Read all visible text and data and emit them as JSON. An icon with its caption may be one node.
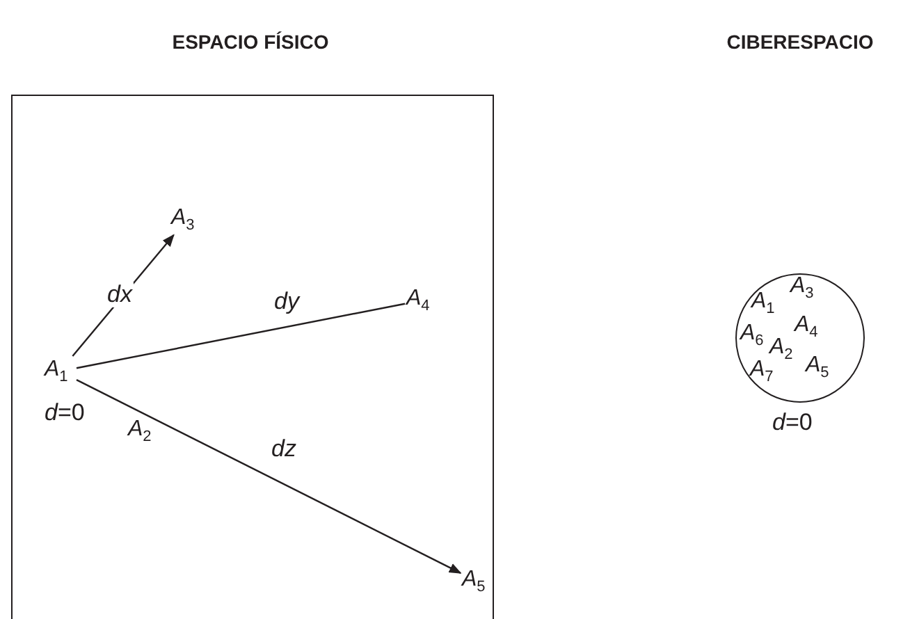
{
  "diagram": {
    "nodes": [
      {
        "text": [],
        "shape": "box"
      },
      {
        "text": [
          "*A*$_{1}$"
        ],
        "in": 0,
        "beside": [
          "*d*=0"
        ]
      },
      {
        "text": [
          "*A*$_{2}$"
        ],
        "in": 0
      },
      {
        "text": [
          "*A*$_{3}$"
        ],
        "in": 0
      },
      {
        "text": [
          "*A*$_{4}$"
        ],
        "in": 0
      },
      {
        "text": [
          "*A*$_{5}$"
        ],
        "in": 0
      },
      {
        "text": [],
        "shape": "circle",
        "beside": [
          "*d*=0"
        ]
      },
      {
        "text": [
          "*A*$_{1}$"
        ],
        "in": 6
      },
      {
        "text": [
          "*A*$_{3}$"
        ],
        "in": 6
      },
      {
        "text": [
          "*A*$_{6}$"
        ],
        "in": 6
      },
      {
        "text": [
          "*A*$_{4}$"
        ],
        "in": 6
      },
      {
        "text": [
          "*A*$_{2}$"
        ],
        "in": 6
      },
      {
        "text": [
          "*A*$_{7}$"
        ],
        "in": 6
      },
      {
        "text": [
          "*A*$_{5}$"
        ],
        "in": 6
      }
    ],
    "edges": [
      {
        "from": 1,
        "to": 3,
        "arrow": "to",
        "label": "dx"
      },
      {
        "from": 1,
        "to": 4,
        "arrow": "none",
        "label": "dy"
      },
      {
        "from": 1,
        "to": 5,
        "arrow": "to",
        "label": "dz"
      }
    ],
    "labels": [
      "ESPACIO FÍSICO",
      "CIBERESPACIO"
    ]
  }
}
